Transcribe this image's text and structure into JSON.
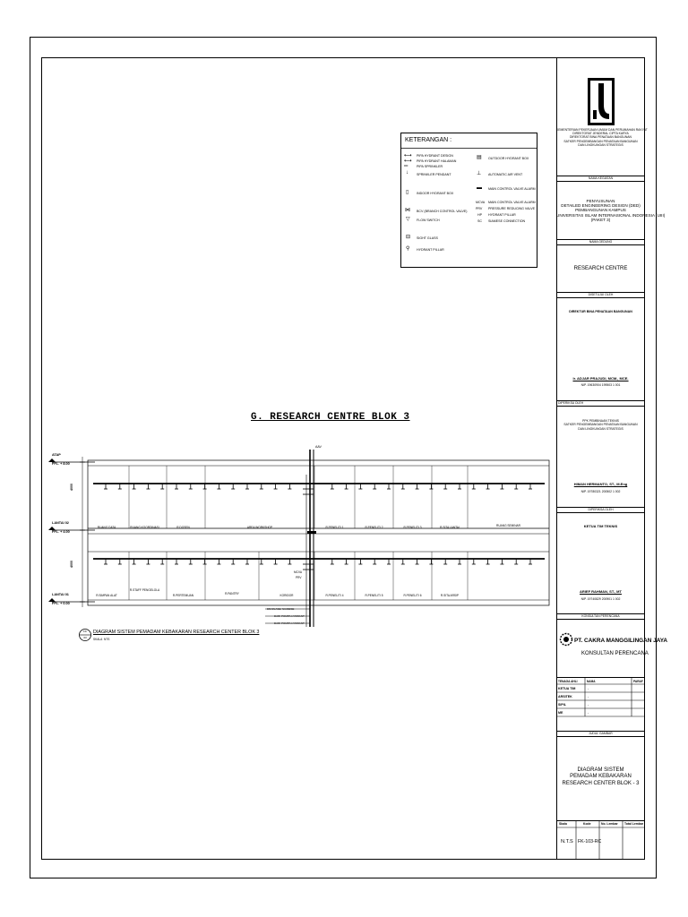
{
  "legend": {
    "title": "KETERANGAN :",
    "left_items": [
      {
        "icon": "pipe-arrow-icon",
        "glyph": "⟷",
        "label": "PIPA HYDRANT DESIGN"
      },
      {
        "icon": "pipe-arrow-icon",
        "glyph": "⟷",
        "label": "PIPA HYDRANT HALAMAN"
      },
      {
        "icon": "pipe-line-icon",
        "glyph": "═",
        "label": "PIPA SPRINKLER"
      },
      {
        "icon": "sprinkler-icon",
        "glyph": "↓",
        "label": "SPRINKLER PENDANT"
      },
      {
        "icon": "hydrant-box-icon",
        "glyph": "▯",
        "label": "INDOOR HYDRANT BOX"
      },
      {
        "icon": "valve-icon",
        "glyph": "⋈",
        "label": "BCV (BRANCH CONTROL VALVE)"
      },
      {
        "icon": "flow-switch-icon",
        "glyph": "▽",
        "label": "FLOW SWITCH"
      },
      {
        "icon": "sight-glass-icon",
        "glyph": "⊟",
        "label": "SIGHT GLASS"
      },
      {
        "icon": "hydrant-pillar-icon",
        "glyph": "⚲",
        "label": "HYDRANT PILLAR"
      }
    ],
    "right_items": [
      {
        "code": "",
        "icon": "outdoor-hydrant-box-icon",
        "glyph": "▤",
        "label": "OUTDOOR HYDRANT BOX"
      },
      {
        "code": "",
        "icon": "air-vent-icon",
        "glyph": "⊥",
        "label": "AUTOMATIC AIR VENT"
      },
      {
        "code": "",
        "icon": "control-valve-icon",
        "glyph": "▬",
        "label": "MAIN CONTROL VALVE ALARM"
      },
      {
        "code": "MCVA",
        "icon": "",
        "glyph": "",
        "label": "MAIN CONTROL VALVE ALARM"
      },
      {
        "code": "PRV",
        "icon": "",
        "glyph": "",
        "label": "PRESSURE REDUCING VALVE"
      },
      {
        "code": "HP",
        "icon": "",
        "glyph": "",
        "label": "HYDRANT PILLAR"
      },
      {
        "code": "SC",
        "icon": "",
        "glyph": "",
        "label": "SIAMESE CONNECTION"
      }
    ]
  },
  "diagram": {
    "title": "G. RESEARCH CENTRE BLOK 3",
    "levels": [
      {
        "name": "ATAP",
        "elevation": "FFL. + 8.00"
      },
      {
        "name": "LANTAI 02",
        "elevation": "FFL. + 4.00"
      },
      {
        "name": "LANTAI 01",
        "elevation": "FFL. + 0.00"
      }
    ],
    "dims": [
      "4000",
      "4000"
    ],
    "riser_label": "AAV",
    "upper_rooms": [
      "RUANG DATA",
      "RUANG KOORDINASI",
      "R.DOSEN",
      "AREA WORKSHOP",
      "R.PENELITI 1",
      "R.PENELITI 2",
      "R.PENELITI 3",
      "R.SITA LANTAI",
      "RUANG SEMINAR"
    ],
    "lower_rooms": [
      "R.SIMPAN ALAT",
      "R.STAFF PENGELOLA",
      "R.PERTEMUAN",
      "R.PANTRY",
      "KORIDOR",
      "R.PENELITI 4",
      "R.PENELITI 5",
      "R.PENELITI 6",
      "R.SITA ARSIP"
    ],
    "valve_labels": [
      "MCVA",
      "PRV"
    ],
    "pipe_notes": [
      "DRAINASE/ SIAMESE",
      "DARI POMPA HYDRANT",
      "DARI POMPA HYDRANT"
    ],
    "caption_marker": "FK",
    "caption_sub": "03",
    "caption": "DIAGRAM SISTEM PEMADAM KEBAKARAN RESEARCH CENTER BLOK 3",
    "scale_label": "SKALA",
    "scale_value": "NTS"
  },
  "title_block": {
    "ministry": [
      "KEMENTERIAN PEKERJAAN UMUM DAN PERUMAHAN RAKYAT",
      "DIREKTORAT JENDERAL CIPTA KARYA",
      "DIREKTORAT BINA PENATAAN BANGUNAN",
      "SATKER PENGEMBANGAN PENATAAN BANGUNAN",
      "DAN LINGKUNGAN STRATEGIS"
    ],
    "nama_kegiatan_label": "NAMA KEGIATAN",
    "nama_kegiatan": [
      "PENYUSUNAN",
      "DETAILED ENGINEERING DESIGN (DED)",
      "PEMBANGUNAN KAMPUS",
      "UNIVERSITAS ISLAM INTERNASIONAL INDONESIA (UIII)",
      "(PAKET 3)"
    ],
    "nama_gedung_label": "NAMA GEDUNG",
    "nama_gedung": "RESEARCH CENTRE",
    "disetujui_label": "DISETUJUI OLEH",
    "disetujui_title": "DIREKTUR BINA PENATAAN BANGUNAN",
    "disetujui_name": "Ir. ADJAR PRAJUDI, MCM., MCE.",
    "disetujui_nip": "NIP. 19630904 199503 1 001",
    "diperiksa_label": "DIPERIKSA OLEH",
    "diperiksa_title": [
      "PPK PEMBINAAN TEKNIS",
      "SATKER PENGEMBANGAN PENATAAN BANGUNAN",
      "DAN LINGKUNGAN STRATEGIS"
    ],
    "diperiksa_name": "HIMAN HERMANTO, ST., M.Eng",
    "diperiksa_nip": "NIP. 19780321 200502 1 002",
    "diperiksa2_label": "DIPERIKSA OLEH",
    "diperiksa2_title": "KETUA TIM TEKNIS",
    "diperiksa2_name": "ARIEF RAHMAN, ST., MT",
    "diperiksa2_nip": "NIP. 19740829 200901 1 002",
    "konsultan_label": "KONSULTAN PERENCANA",
    "company_name": "PT. CAKRA MANGGILINGAN JAYA",
    "company_sub": "KONSULTAN PERENCANA",
    "team_headers": [
      "TENAGA AHLI",
      "NAMA",
      "PARAF"
    ],
    "team_rows": [
      {
        "role": "KETUA TIM",
        "name": "-"
      },
      {
        "role": "ARSITEK",
        "name": "-"
      },
      {
        "role": "SIPIL",
        "name": "-"
      },
      {
        "role": "ME",
        "name": "-"
      }
    ],
    "judul_label": "JUDUL GAMBAR",
    "judul": [
      "DIAGRAM SISTEM",
      "PEMADAM KEBAKARAN",
      "RESEARCH CENTER BLOK - 3"
    ],
    "footer_headers": [
      "Skala",
      "Kode",
      "No. Lembar",
      "Total Lembar"
    ],
    "footer_values": [
      "N.T.S",
      "FK-103-RC",
      "",
      ""
    ]
  }
}
